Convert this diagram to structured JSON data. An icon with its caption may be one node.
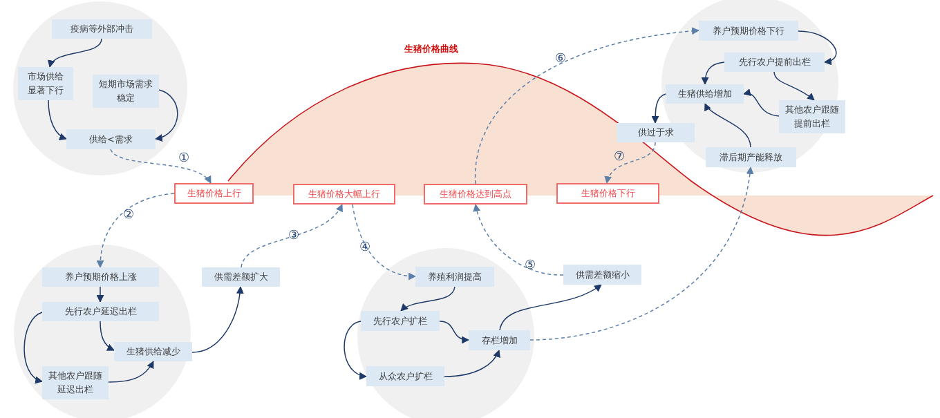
{
  "diagram": {
    "nodes": [
      {
        "text": [
          "疫病等外部冲击"
        ]
      },
      {
        "text": [
          "市场供给显著下行"
        ]
      },
      {
        "text": [
          "短期市场需求稳定"
        ]
      },
      {
        "text": [
          "供给<需求"
        ]
      },
      {
        "text": [
          "生猪价格上行"
        ]
      },
      {
        "text": [
          "生猪价格大幅上行"
        ]
      },
      {
        "text": [
          "生猪价格达到高点"
        ]
      },
      {
        "text": [
          "生猪价格下行"
        ]
      },
      {
        "text": [
          "养户预期价格上涨"
        ]
      },
      {
        "text": [
          "先行农户延迟出栏"
        ]
      },
      {
        "text": [
          "生猪供给减少"
        ]
      },
      {
        "text": [
          "其他农户跟随延迟出栏"
        ]
      },
      {
        "text": [
          "供需差额扩大"
        ]
      },
      {
        "text": [
          "养殖利润提高"
        ]
      },
      {
        "text": [
          "先行农户扩栏"
        ]
      },
      {
        "text": [
          "存栏增加"
        ]
      },
      {
        "text": [
          "从众农户扩栏"
        ]
      },
      {
        "text": [
          "供需差额缩小"
        ]
      },
      {
        "text": [
          "养户预期价格下行"
        ]
      },
      {
        "text": [
          "先行农户提前出栏"
        ]
      },
      {
        "text": [
          "生猪供给增加"
        ]
      },
      {
        "text": [
          "其他农户跟随提前出栏"
        ]
      },
      {
        "text": [
          "供过于求"
        ]
      },
      {
        "text": [
          "滞后期产能释放"
        ]
      }
    ],
    "edges": [
      {
        "from": 0,
        "to": 1,
        "arrow": "to"
      },
      {
        "from": 1,
        "to": 3,
        "arrow": "to"
      },
      {
        "from": 2,
        "to": 3,
        "arrow": "to"
      },
      {
        "from": 3,
        "to": 4,
        "arrow": "to",
        "label": "①",
        "style": "dashed",
        "color": "#5b7fa8"
      },
      {
        "from": 4,
        "to": 8,
        "arrow": "to",
        "label": "②",
        "style": "dashed",
        "color": "#5b7fa8"
      },
      {
        "from": 8,
        "to": 9,
        "arrow": "to"
      },
      {
        "from": 9,
        "to": 10,
        "arrow": "to"
      },
      {
        "from": 9,
        "to": 11,
        "arrow": "to"
      },
      {
        "from": 11,
        "to": 10,
        "arrow": "to"
      },
      {
        "from": 10,
        "to": 12,
        "arrow": "to"
      },
      {
        "from": 12,
        "to": 5,
        "arrow": "to",
        "label": "③",
        "style": "dashed",
        "color": "#5b7fa8"
      },
      {
        "from": 5,
        "to": 13,
        "arrow": "to",
        "label": "④",
        "style": "dashed",
        "color": "#5b7fa8"
      },
      {
        "from": 13,
        "to": 14,
        "arrow": "to"
      },
      {
        "from": 14,
        "to": 15,
        "arrow": "to"
      },
      {
        "from": 14,
        "to": 16,
        "arrow": "to"
      },
      {
        "from": 16,
        "to": 15,
        "arrow": "to"
      },
      {
        "from": 15,
        "to": 17,
        "arrow": "to"
      },
      {
        "from": 17,
        "to": 6,
        "arrow": "to",
        "label": "⑤",
        "style": "dashed",
        "color": "#5b7fa8"
      },
      {
        "from": 6,
        "to": 18,
        "arrow": "to",
        "label": "⑥",
        "style": "dashed",
        "color": "#5b7fa8"
      },
      {
        "from": 18,
        "to": 19,
        "arrow": "to"
      },
      {
        "from": 19,
        "to": 20,
        "arrow": "to"
      },
      {
        "from": 19,
        "to": 21,
        "arrow": "to"
      },
      {
        "from": 21,
        "to": 20,
        "arrow": "to"
      },
      {
        "from": 23,
        "to": 20,
        "arrow": "to"
      },
      {
        "from": 20,
        "to": 22,
        "arrow": "to"
      },
      {
        "from": 22,
        "to": 7,
        "arrow": "to",
        "label": "⑦",
        "style": "dashed",
        "color": "#5b7fa8"
      },
      {
        "from": 15,
        "to": 23,
        "arrow": "to",
        "style": "dashed",
        "color": "#5b7fa8"
      }
    ],
    "labels": [
      "生猪价格曲线"
    ]
  }
}
